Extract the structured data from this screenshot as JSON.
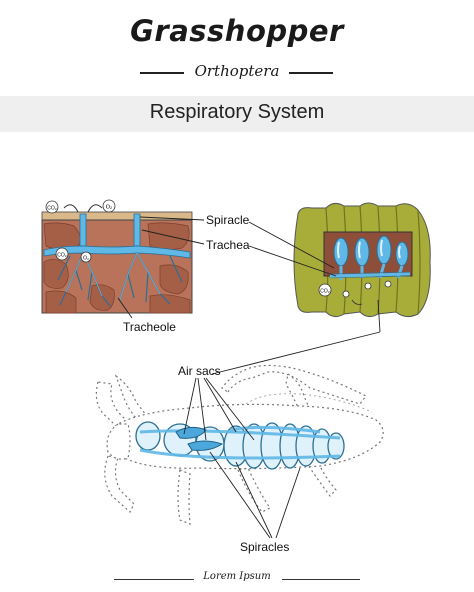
{
  "header": {
    "title": "Grasshopper",
    "subtitle": "Orthoptera"
  },
  "section": {
    "title": "Respiratory System"
  },
  "labels": {
    "spiracle": "Spiracle",
    "trachea": "Trachea",
    "tracheole": "Tracheole",
    "air_sacs": "Air sacs",
    "spiracles": "Spiracles"
  },
  "gas_symbols": {
    "co2": "CO₂",
    "o2": "O₂"
  },
  "footer": {
    "text": "Lorem Ipsum"
  },
  "colors": {
    "tissue": "#b8735a",
    "tissue_dark": "#8d4f3a",
    "air_blue": "#5fb8e6",
    "cuticle_green": "#a8ad3a",
    "cuticle_dark": "#6f7322",
    "band": "#efefef"
  }
}
